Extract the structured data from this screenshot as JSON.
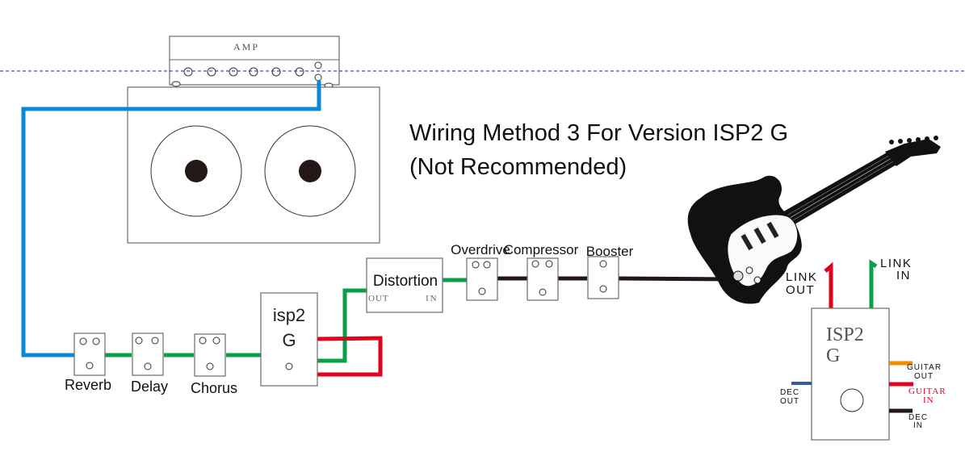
{
  "title": {
    "line1": "Wiring Method 3 For Version ISP2 G",
    "line2": "(Not Recommended)"
  },
  "amp": {
    "label": "AMP"
  },
  "pedals": {
    "reverb": "Reverb",
    "delay": "Delay",
    "chorus": "Chorus",
    "overdrive": "Overdrive",
    "compressor": "Compressor",
    "booster": "Booster",
    "distortion": "Distortion",
    "distortion_out": "OUT",
    "distortion_in": "IN"
  },
  "isp2_small": {
    "line1": "isp2",
    "line2": "G"
  },
  "isp2_large": {
    "line1": "ISP2",
    "line2": "G",
    "link_out_1": "LINK",
    "link_out_2": "OUT",
    "link_in_1": "LINK",
    "link_in_2": "IN",
    "guitar_out_1": "GUITAR",
    "guitar_out_2": "OUT",
    "guitar_in_1": "GUITAR",
    "guitar_in_2": "IN",
    "dec_out_1": "DEC",
    "dec_out_2": "OUT",
    "dec_in_1": "DEC",
    "dec_in_2": "IN"
  },
  "colors": {
    "blue_cable": "#0a8ad6",
    "green_cable": "#0aa04a",
    "red_cable": "#e2001a",
    "black_cable": "#231815",
    "orange_cable": "#f08c00",
    "navy_cable": "#3b5a9a",
    "guide_line": "#1a1acc"
  }
}
